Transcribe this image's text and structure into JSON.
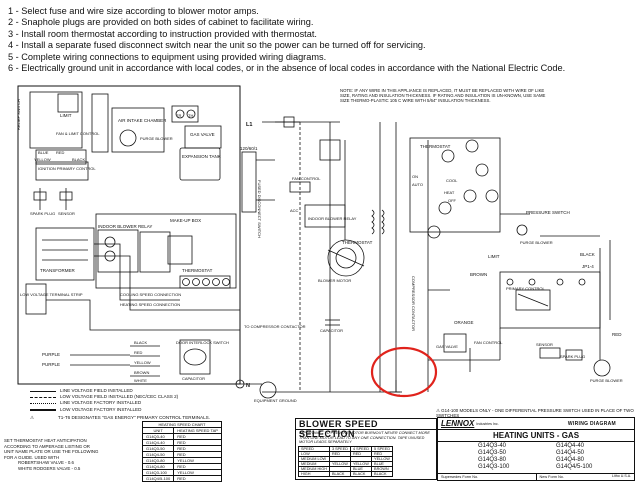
{
  "notes": [
    "1 - Select fuse and wire size according to blower motor amps.",
    "2 - Snaphole plugs are provided on both sides of cabinet to facilitate wiring.",
    "3 - Install room thermostat according to instruction provided with thermostat.",
    "4 - Install a separate fused disconnect switch near the unit so the power can be turned off for servicing.",
    "5 - Complete wiring connections to equipment using provided wiring diagrams.",
    "6 - Electrically ground unit in accordance with local codes, or in the absence of local codes in accordance with the National Electric Code."
  ],
  "note_replace": "NOTE: IF ANY WIRE IN THIS APPLIANCE IS REPLACED, IT MUST BE REPLACED WITH WIRE OF LIKE SIZE, RATING AND INSULATION THICKNESS. IF RATING AND INSULATION IS UN-KNOWN, USE SAME SIZE THERMO-PLASTIC 105 C WIRE WITH 5/64\" INSULATION THICKNESS.",
  "labels": {
    "relief": "RELIEF SWITCH",
    "limit": "LIMIT",
    "fan_limit": "FAN & LIMIT CONTROL",
    "air_intake": "AIR INTAKE CHAMBER",
    "purge_blower": "PURGE BLOWER",
    "tr": "TR",
    "th": "TH",
    "gas_valve": "GAS VALVE",
    "blue": "BLUE",
    "yellow": "YELLOW",
    "red": "RED",
    "black": "BLACK",
    "ignition": "IGNITION PRIMARY CONTROL",
    "expansion": "EXPANSION TANK",
    "v120": "120/60/1",
    "disconnect": "FUSED DISCONNECT SWITCH",
    "spark_plug": "SPARK PLUG",
    "sensor": "SENSOR",
    "makeup": "MAKE-UP BOX",
    "indoor_relay": "INDOOR BLOWER RELAY",
    "transformer": "TRANSFORMER",
    "low_voltage": "LOW VOLTAGE TERMINAL STRIP",
    "cooling_speed": "COOLING SPEED CONNECTION",
    "heating_speed": "HEATING SPEED CONNECTION",
    "thermostat": "THERMOSTAT",
    "to_compressor": "TO COMPRESSOR CONTACTOR",
    "door_switch": "DOOR INTERLOCK SWITCH",
    "purple": "PURPLE",
    "brown": "BROWN",
    "white": "WHITE",
    "capacitor": "CAPACITOR",
    "equipment_ground": "EQUIPMENT GROUND",
    "l1": "L1",
    "n": "N",
    "fan_control": "FAN CONTROL",
    "acc": "ACC",
    "indoor_blower_relay": "INDOOR BLOWER RELAY",
    "blower_motor": "BLOWER MOTOR",
    "orange": "ORANGE",
    "pressure_switch": "PRESSURE SWITCH",
    "purge_blower_r": "PURGE BLOWER",
    "spark_plug_r": "SPARK PLUG",
    "primary_control": "PRIMARY CONTROL",
    "limit_r": "LIMIT",
    "jp1": "JP1-4",
    "compressor_contactor": "COMPRESSOR CONTACTOR",
    "fan_control_r": "FAN CONTROL",
    "ac_on": "ON",
    "auto": "AUTO",
    "cool": "COOL",
    "heat": "HEAT",
    "off": "OFF"
  },
  "legend": [
    {
      "style": "solid",
      "text": "LINE VOLTAGE FIELD INSTALLED"
    },
    {
      "style": "dash",
      "text": "LOW VOLTAGE FIELD INSTALLED (NEC/CEC CLASS 2)"
    },
    {
      "style": "dot",
      "text": "LINE VOLTAGE FACTORY INSTALLED"
    },
    {
      "style": "heavy",
      "text": "LOW VOLTAGE FACTORY INSTALLED"
    }
  ],
  "terminal_note": "T1-T6 DESIGNATES \"GAS ENERGY\" PRIMARY CONTROL TERMINALS.",
  "set_thermostat": [
    "SET THERMOSTAT HEAT ANTICIPATION",
    "ACCORDING TO AMPERAGE LISTING OR",
    "UNIT NAME PLATE OR USE THE FOLLOWING",
    "FOR A GUIDE. USED WITH",
    "ROBERTSHAW VALVE - 0.6",
    "WHITE RODGERS VALVE - 0.5"
  ],
  "heating_speed_chart": {
    "title": "HEATING SPEED CHART",
    "headers": [
      "UNIT",
      "HEATING SPEED TAP"
    ],
    "rows": [
      [
        "G14Q3-40",
        "RED"
      ],
      [
        "G14Q4-40",
        "RED"
      ],
      [
        "G14Q3-50",
        "RED"
      ],
      [
        "G14Q4-50",
        "RED"
      ],
      [
        "G14Q3-80",
        "YELLOW"
      ],
      [
        "G14Q4-80",
        "RED"
      ],
      [
        "G14Q3-100",
        "YELLOW"
      ],
      [
        "G14Q4/5-100",
        "RED"
      ]
    ]
  },
  "blower_speed": {
    "title": "BLOWER SPEED SELECTION",
    "note": "IMPORTANT - TO PREVENT MOTOR BURNOUT NEVER CONNECT MORE THAN ONE MOTOR LEAD TO ANY ONE CONNECTION. TAPE UNUSED MOTOR LEADS SEPARATELY",
    "headers": [
      "SPEED",
      "3 SPEED",
      "4 SPEED",
      "5 SPEED"
    ],
    "rows": [
      [
        "LOW",
        "RED",
        "RED",
        "RED"
      ],
      [
        "MEDIUM LOW",
        "",
        "",
        "YELLOW"
      ],
      [
        "MEDIUM",
        "YELLOW",
        "YELLOW",
        "BLUE"
      ],
      [
        "MEDIUM HIGH",
        "",
        "BLUE",
        "BROWN"
      ],
      [
        "HIGH",
        "BLACK",
        "BLACK",
        "BLACK"
      ]
    ]
  },
  "g14_note": "G14-100 MODELS ONLY - ONE DIFFERENTIAL PRESSURE SWITCH USED IN PLACE OF TWO SWITCHES",
  "title_block": {
    "logo": "LENNOX",
    "inc": "Industries Inc.",
    "wiring": "WIRING DIAGRAM",
    "heading": "HEATING UNITS - GAS",
    "units": [
      "G14Q3-40",
      "G14Q4-40",
      "G14Q3-50",
      "G14Q4-50",
      "G14Q3-80",
      "G14Q4-80",
      "G14Q3-100",
      "G14Q4/5-100"
    ],
    "supersedes": "Supersedes Form No.",
    "new_form": "New Form No."
  },
  "lit": "Litho U.S.A.",
  "colors": {
    "ink": "#111111",
    "highlight": "#e0231c"
  }
}
